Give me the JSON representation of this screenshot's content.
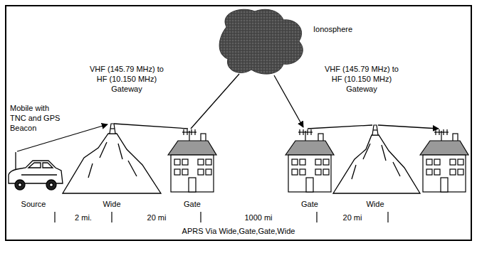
{
  "diagram": {
    "nodes": [
      {
        "text": [
          "Ionosphere"
        ]
      }
    ],
    "labels": [
      "Mobile with TNC and GPS Beacon",
      "VHF (145.79 MHz) to HF (10.150 MHz) Gateway",
      "VHF (145.79 MHz) to HF (10.150 MHz) Gateway",
      "Source",
      "Wide",
      "Gate",
      "Gate",
      "Wide",
      "2 mi.",
      "20 mi",
      "1000 mi",
      "20 mi",
      "APRS Via Wide,Gate,Gate,Wide"
    ]
  }
}
